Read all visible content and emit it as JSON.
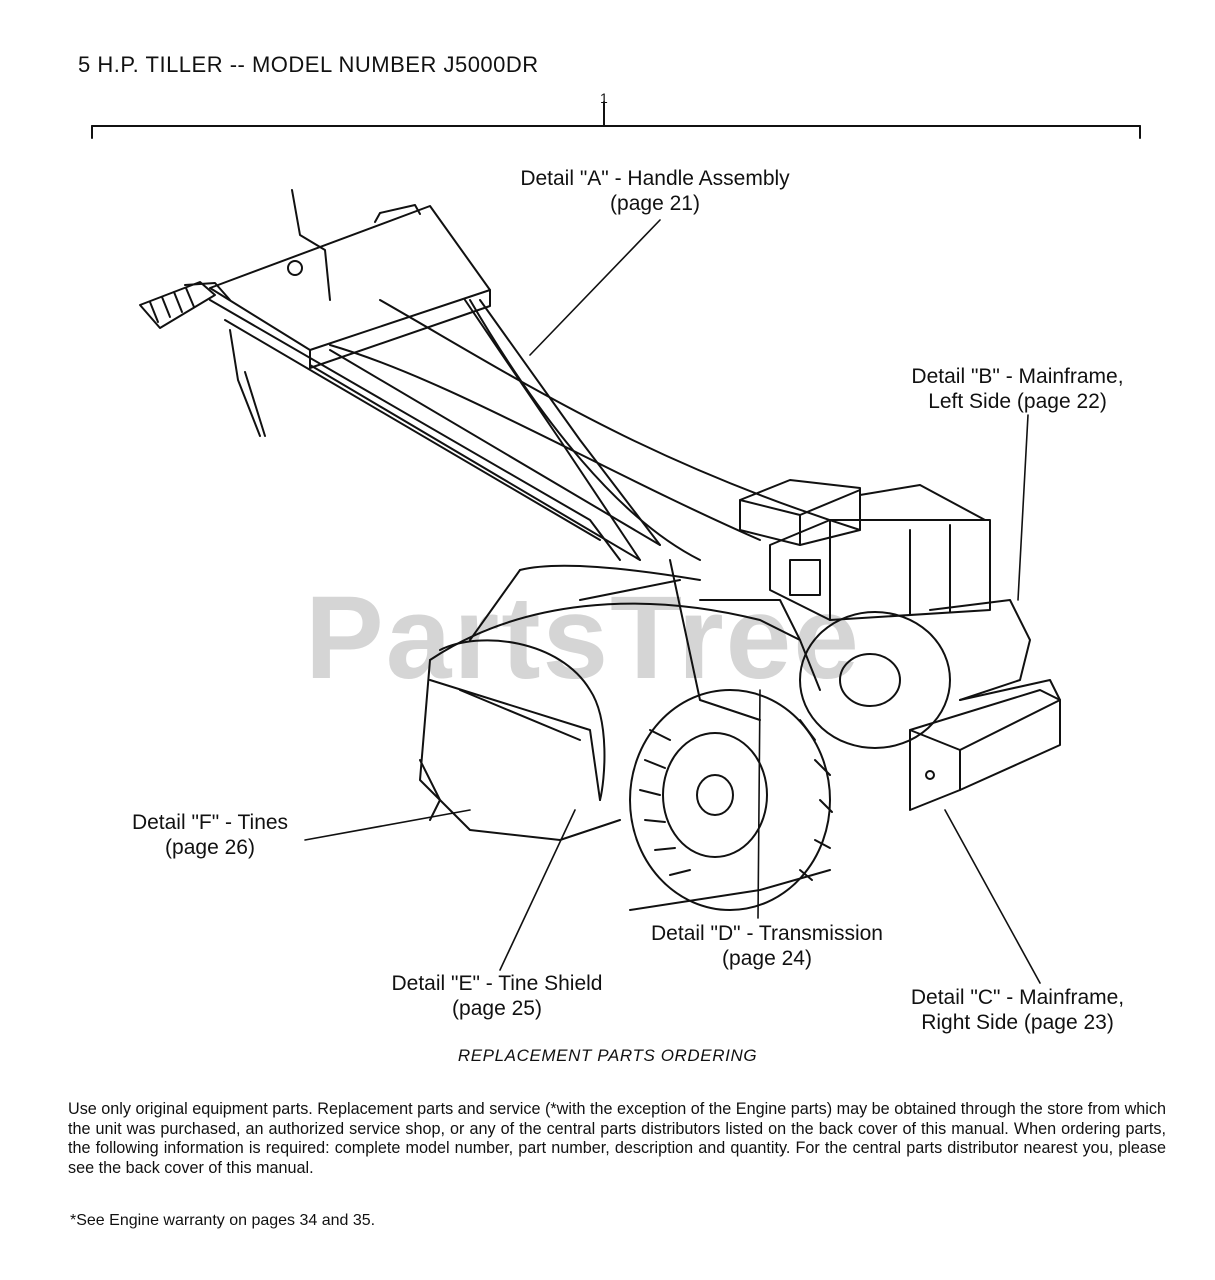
{
  "title": "5 H.P. TILLER -- MODEL NUMBER J5000DR",
  "assembly_ref": "1",
  "watermark": "PartsTree",
  "details": {
    "a": {
      "line1": "Detail \"A\" - Handle Assembly",
      "line2": "(page 21)"
    },
    "b": {
      "line1": "Detail \"B\" - Mainframe,",
      "line2": "Left Side (page 22)"
    },
    "c": {
      "line1": "Detail \"C\" - Mainframe,",
      "line2": "Right Side (page 23)"
    },
    "d": {
      "line1": "Detail \"D\" - Transmission",
      "line2": "(page 24)"
    },
    "e": {
      "line1": "Detail \"E\" - Tine Shield",
      "line2": "(page 25)"
    },
    "f": {
      "line1": "Detail \"F\" - Tines",
      "line2": "(page 26)"
    }
  },
  "section_heading": "REPLACEMENT PARTS ORDERING",
  "paragraph": "Use only original equipment parts. Replacement parts and service (*with the exception of the Engine parts) may be obtained through the store from which the unit was purchased, an authorized service shop, or any of the central parts distributors listed on the back cover of this manual. When ordering parts, the following information is required: complete model number, part number, description and quantity. For the central parts distributor nearest you, please see the back cover of this manual.",
  "footnote": "*See Engine warranty on pages 34 and 35."
}
